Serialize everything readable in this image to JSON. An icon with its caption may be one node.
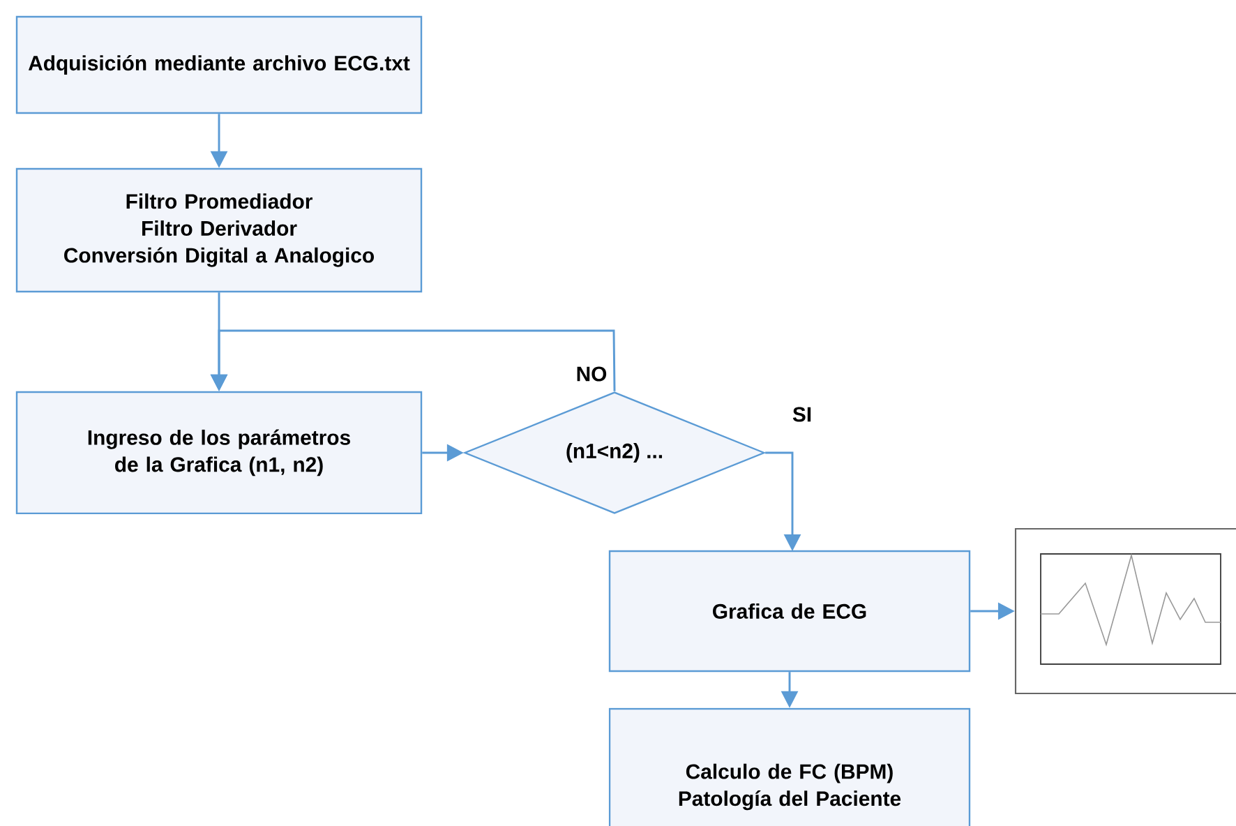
{
  "diagram": {
    "nodes": [
      {
        "text": [
          "Adquisición mediante archivo ECG.txt"
        ]
      },
      {
        "text": [
          "Filtro Promediador",
          "Filtro Derivador",
          "Conversión Digital a Analogico"
        ]
      },
      {
        "text": [
          "Ingreso de los parámetros de la Grafica (n1, n2)"
        ]
      },
      {
        "text": [
          "(n1<n2) ..."
        ]
      },
      {
        "text": [
          "Grafica de ECG"
        ]
      },
      {
        "text": [],
        "shape": "picture"
      },
      {
        "text": [
          "Calculo de FC (BPM)",
          "Patología del Paciente"
        ]
      }
    ],
    "edges": [
      {
        "from": 0,
        "to": 1,
        "arrow": "to"
      },
      {
        "from": 1,
        "to": 2,
        "arrow": "to"
      },
      {
        "from": 3,
        "to": 2,
        "arrow": "to",
        "label": "NO"
      },
      {
        "from": 2,
        "to": 3,
        "arrow": "to"
      },
      {
        "from": 3,
        "to": 4,
        "arrow": "to",
        "label": "SI"
      },
      {
        "from": 4,
        "to": 5,
        "arrow": "to"
      },
      {
        "from": 4,
        "to": 6,
        "arrow": "to"
      }
    ]
  }
}
